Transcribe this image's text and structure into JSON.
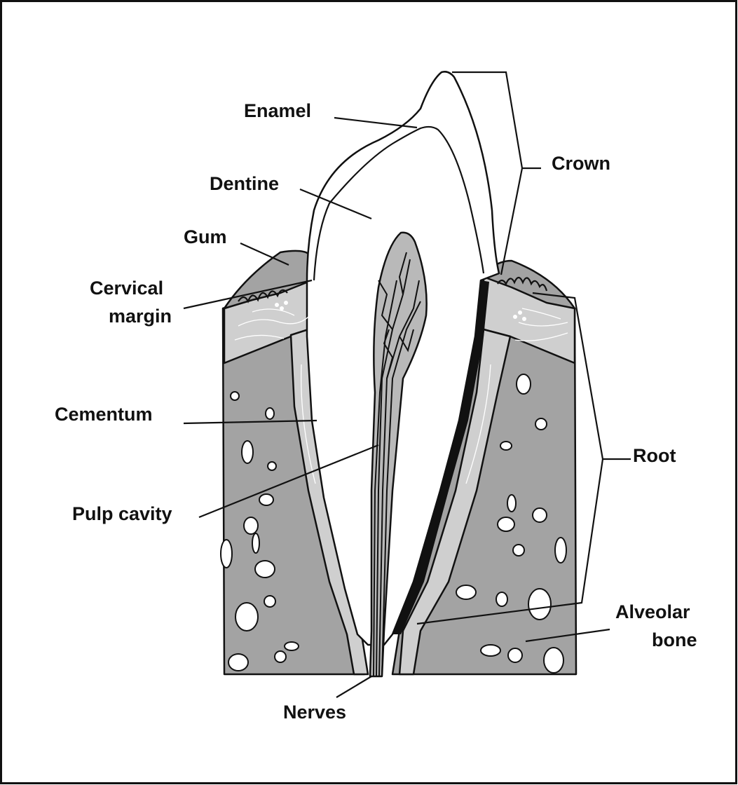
{
  "diagram": {
    "labels": {
      "enamel": "Enamel",
      "crown": "Crown",
      "dentine": "Dentine",
      "gum": "Gum",
      "cervical_margin_line1": "Cervical",
      "cervical_margin_line2": "margin",
      "cementum": "Cementum",
      "root": "Root",
      "pulp_cavity": "Pulp cavity",
      "alveolar_bone_line1": "Alveolar",
      "alveolar_bone_line2": "bone",
      "nerves": "Nerves"
    }
  },
  "colors": {
    "bone": "#a3a3a3",
    "gum": "#a3a3a3",
    "periodontal": "#cfcfcf",
    "pulp": "#b9b9b9",
    "cementum": "#111111",
    "tooth": "#ffffff",
    "ink": "#111111"
  }
}
